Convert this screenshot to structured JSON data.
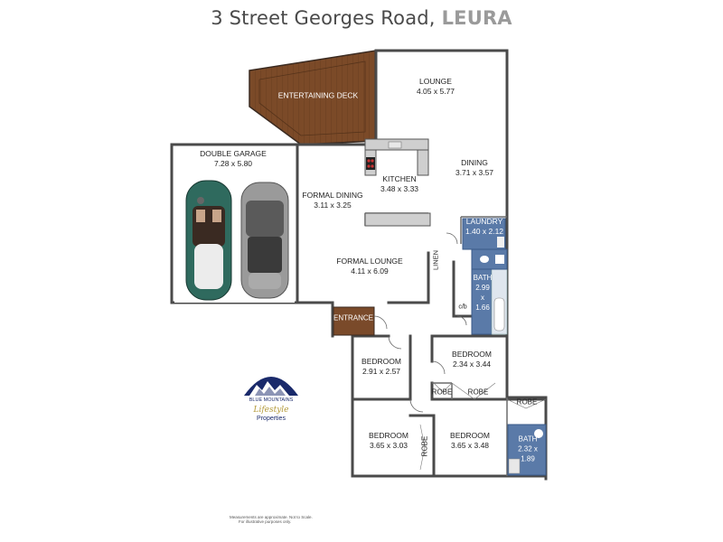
{
  "title": {
    "address": "3 Street Georges Road, ",
    "suburb": "LEURA"
  },
  "rooms": {
    "entertaining_deck": {
      "name": "ENTERTAINING DECK"
    },
    "lounge": {
      "name": "LOUNGE",
      "dims": "4.05 x 5.77"
    },
    "dining": {
      "name": "DINING",
      "dims": "3.71 x 3.57"
    },
    "kitchen": {
      "name": "KITCHEN",
      "dims": "3.48 x 3.33"
    },
    "double_garage": {
      "name": "DOUBLE GARAGE",
      "dims": "7.28 x 5.80"
    },
    "formal_dining": {
      "name": "FORMAL DINING",
      "dims": "3.11 x 3.25"
    },
    "formal_lounge": {
      "name": "FORMAL LOUNGE",
      "dims": "4.11 x 6.09"
    },
    "laundry": {
      "name": "LAUNDRY",
      "dims": "1.40 x 2.12"
    },
    "bath_main": {
      "name": "BATH",
      "d1": "2.99",
      "x": "x",
      "d2": "1.66"
    },
    "cb": {
      "name": "c/b"
    },
    "linen": {
      "name": "LINEN"
    },
    "entrance": {
      "name": "ENTRANCE"
    },
    "bedroom_1": {
      "name": "BEDROOM",
      "dims": "2.91 x 2.57"
    },
    "bedroom_2": {
      "name": "BEDROOM",
      "dims": "2.34 x 3.44"
    },
    "bedroom_3": {
      "name": "BEDROOM",
      "dims": "3.65 x 3.03"
    },
    "bedroom_4": {
      "name": "BEDROOM",
      "dims": "3.65 x 3.48"
    },
    "robe_1": {
      "name": "ROBE"
    },
    "robe_2": {
      "name": "ROBE"
    },
    "robe_3": {
      "name": "ROBE"
    },
    "robe_4": {
      "name": "ROBE"
    },
    "bath_ensuite": {
      "name": "BATH",
      "dims_a": "2.32 x",
      "dims_b": "1.89"
    }
  },
  "logo": {
    "line1": "BLUE MOUNTAINS",
    "line2": "Lifestyle",
    "line3": "Properties"
  },
  "disclaimer": {
    "line1": "Measurements are approximate. Not to Scale.",
    "line2": "For illustrative purposes only."
  },
  "colors": {
    "wall": "#4a4a4a",
    "deck": "#7a4a2a",
    "wet_area": "#5a7aa8",
    "garage_car_1": "#2f6a5e",
    "garage_car_2": "#8e8e8e"
  }
}
